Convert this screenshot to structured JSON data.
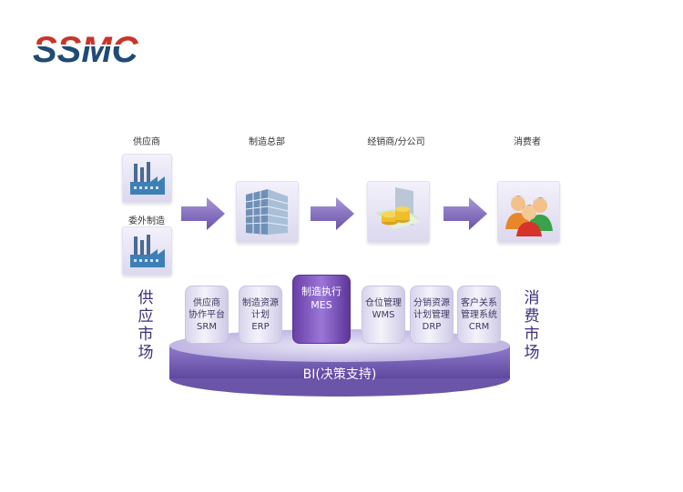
{
  "logo": {
    "text": "SSMC",
    "colors": {
      "top": "#c8352a",
      "bottom": "#1f4b74"
    }
  },
  "stages": {
    "supplier": "供应商",
    "hq": "制造总部",
    "distributor": "经销商/分公司",
    "consumer": "消费者",
    "outsource": "委外制造"
  },
  "sides": {
    "left": [
      "供",
      "应",
      "市",
      "场"
    ],
    "right": [
      "消",
      "费",
      "市",
      "场"
    ]
  },
  "modules": [
    {
      "lines": [
        "供应商",
        "协作平台",
        "SRM"
      ]
    },
    {
      "lines": [
        "制造资源",
        "计划",
        "ERP"
      ]
    },
    {
      "lines": [
        "制造执行",
        "MES"
      ],
      "active": true
    },
    {
      "lines": [
        "仓位管理",
        "WMS"
      ]
    },
    {
      "lines": [
        "分销资源",
        "计划管理",
        "DRP"
      ]
    },
    {
      "lines": [
        "客户关系",
        "管理系统",
        "CRM"
      ]
    }
  ],
  "base_label": "BI(决策支持)",
  "colors": {
    "accent": "#6b45a8",
    "arrow": "#7b63b8",
    "base": "#8a73c6"
  },
  "icons": [
    "factory-icon",
    "factory-icon",
    "building-icon",
    "money-icon",
    "people-icon"
  ]
}
